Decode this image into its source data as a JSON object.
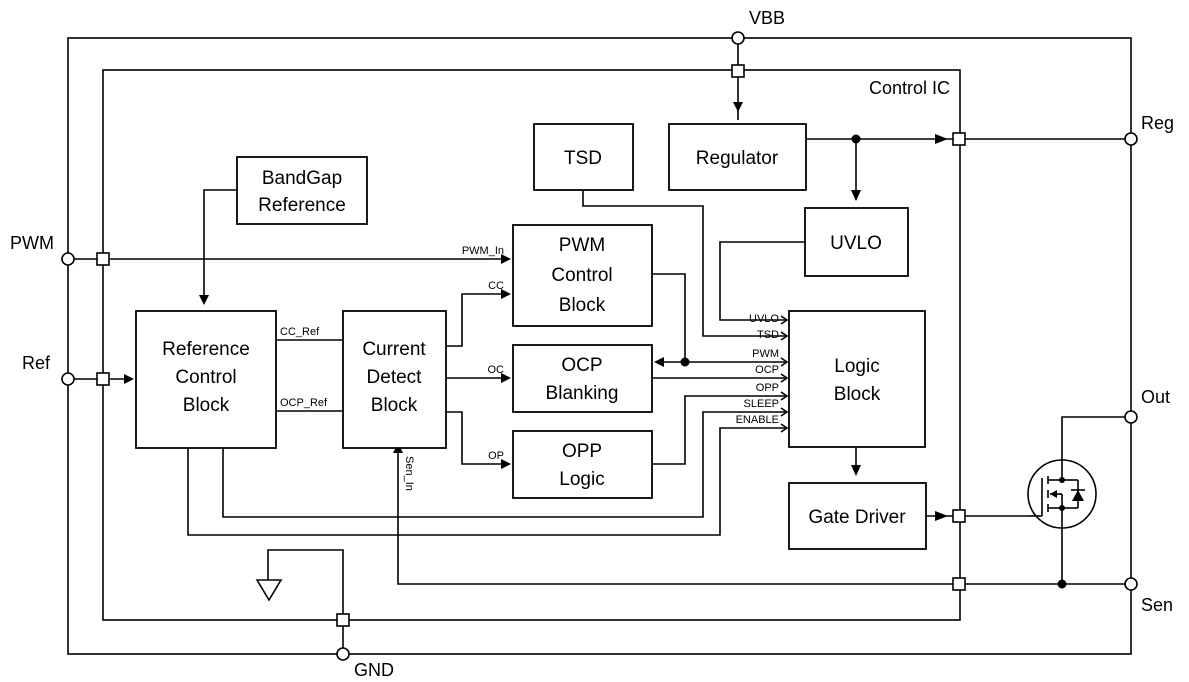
{
  "external_pins": {
    "vbb": "VBB",
    "reg": "Reg",
    "pwm": "PWM",
    "ref": "Ref",
    "out": "Out",
    "sen": "Sen",
    "gnd": "GND"
  },
  "ic_label": "Control IC",
  "blocks": {
    "tsd": "TSD",
    "regulator": "Regulator",
    "uvlo": "UVLO",
    "bandgap": [
      "BandGap",
      "Reference"
    ],
    "pwm_control": [
      "PWM",
      "Control",
      "Block"
    ],
    "ocp_blanking": [
      "OCP",
      "Blanking"
    ],
    "opp_logic": [
      "OPP",
      "Logic"
    ],
    "reference_control": [
      "Reference",
      "Control",
      "Block"
    ],
    "current_detect": [
      "Current",
      "Detect",
      "Block"
    ],
    "logic": [
      "Logic",
      "Block"
    ],
    "gate_driver": "Gate Driver"
  },
  "signals": {
    "pwm_in": "PWM_In",
    "cc": "CC",
    "oc": "OC",
    "op": "OP",
    "cc_ref": "CC_Ref",
    "ocp_ref": "OCP_Ref",
    "sen_in": "Sen_In"
  },
  "logic_inputs": [
    "UVLO",
    "TSD",
    "PWM",
    "OCP",
    "OPP",
    "SLEEP",
    "ENABLE"
  ]
}
